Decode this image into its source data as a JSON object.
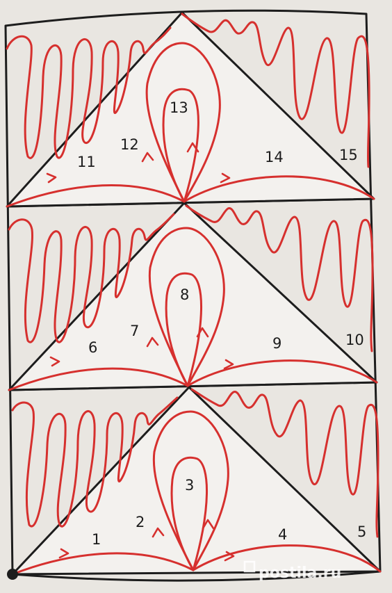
{
  "diagram": {
    "step_labels": [
      "1",
      "2",
      "3",
      "4",
      "5",
      "6",
      "7",
      "8",
      "9",
      "10",
      "11",
      "12",
      "13",
      "14",
      "15"
    ],
    "watermark": "postila.ru",
    "colors": {
      "thread": "#d6302e",
      "lines": "#1d1d1d",
      "paper": "#e9e6e1",
      "triangle": "#f3f1ee"
    }
  }
}
